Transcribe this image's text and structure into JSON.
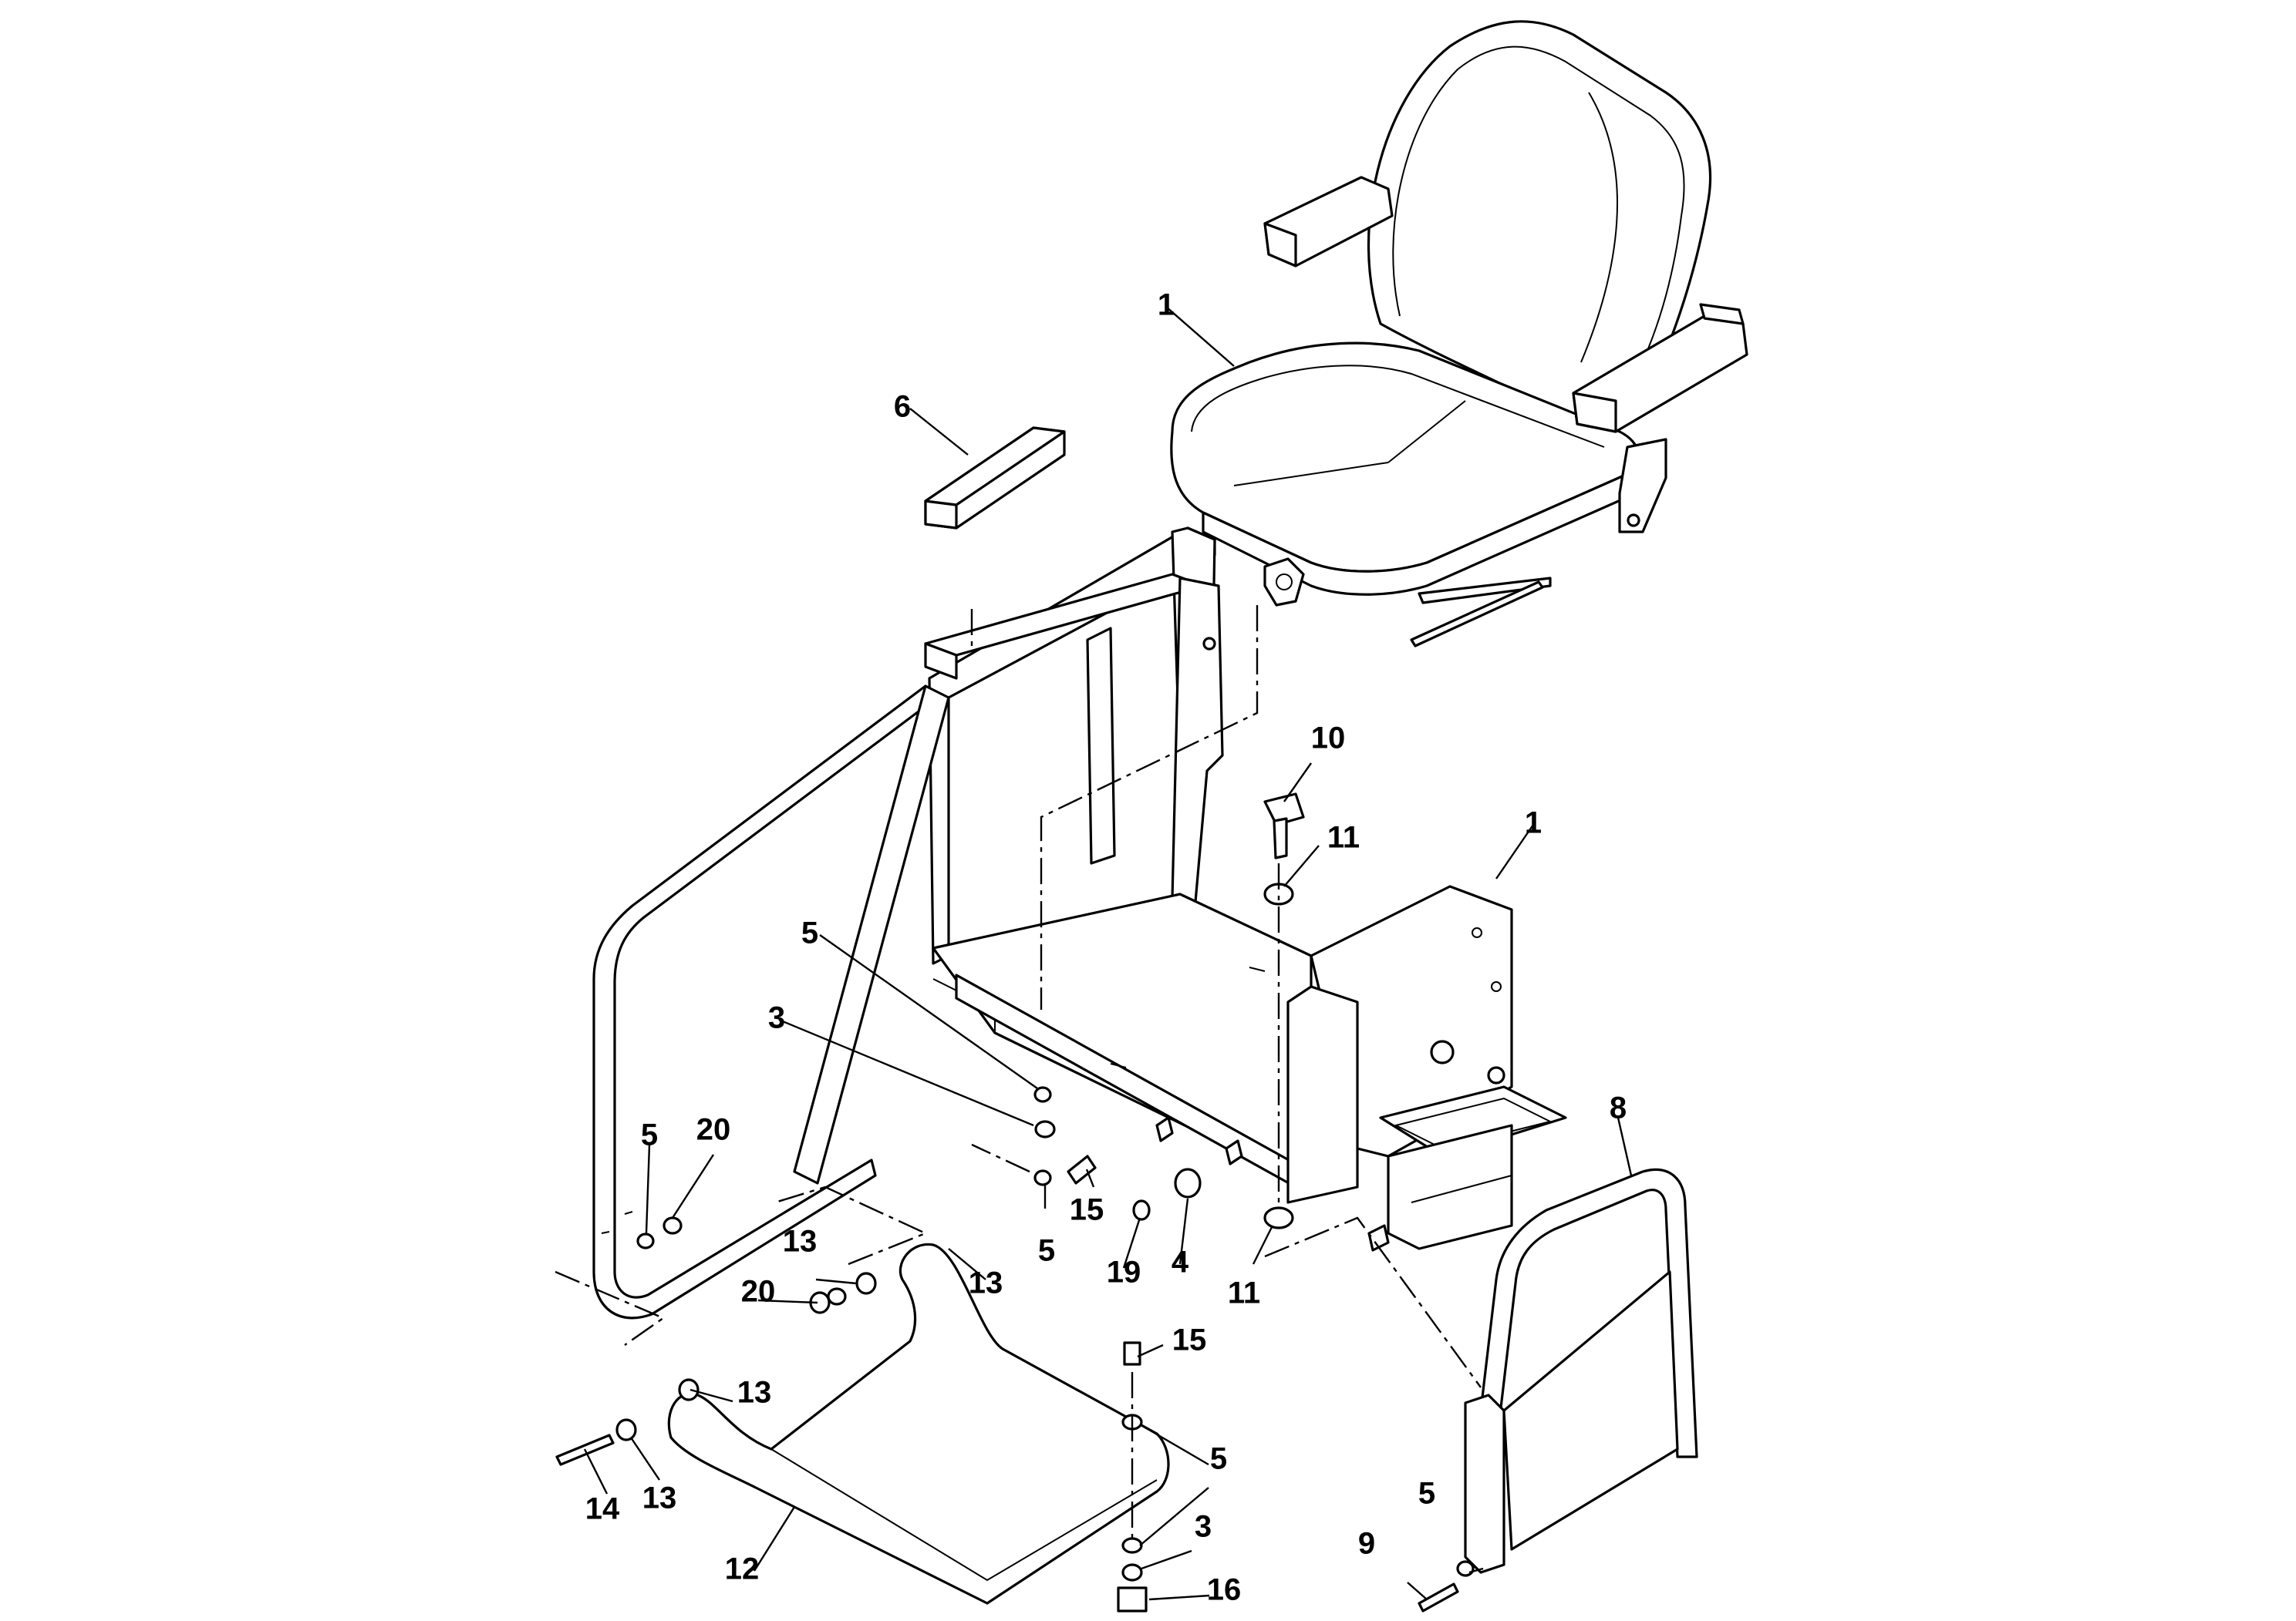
{
  "diagram": {
    "callouts": [
      {
        "id": "c1a",
        "text": "1"
      },
      {
        "id": "c1b",
        "text": "1"
      },
      {
        "id": "c6",
        "text": "6"
      },
      {
        "id": "c10",
        "text": "10"
      },
      {
        "id": "c11a",
        "text": "11"
      },
      {
        "id": "c11b",
        "text": "11"
      },
      {
        "id": "c5a",
        "text": "5"
      },
      {
        "id": "c3a",
        "text": "3"
      },
      {
        "id": "c5b",
        "text": "5"
      },
      {
        "id": "c20a",
        "text": "20"
      },
      {
        "id": "c15a",
        "text": "15"
      },
      {
        "id": "c5c",
        "text": "5"
      },
      {
        "id": "c19",
        "text": "19"
      },
      {
        "id": "c4",
        "text": "4"
      },
      {
        "id": "c8",
        "text": "8"
      },
      {
        "id": "c13a",
        "text": "13"
      },
      {
        "id": "c13b",
        "text": "13"
      },
      {
        "id": "c20b",
        "text": "20"
      },
      {
        "id": "c13c",
        "text": "13"
      },
      {
        "id": "c13d",
        "text": "13"
      },
      {
        "id": "c14",
        "text": "14"
      },
      {
        "id": "c12",
        "text": "12"
      },
      {
        "id": "c15b",
        "text": "15"
      },
      {
        "id": "c5d",
        "text": "5"
      },
      {
        "id": "c3b",
        "text": "3"
      },
      {
        "id": "c16",
        "text": "16"
      },
      {
        "id": "c9",
        "text": "9"
      },
      {
        "id": "c5e",
        "text": "5"
      }
    ]
  }
}
